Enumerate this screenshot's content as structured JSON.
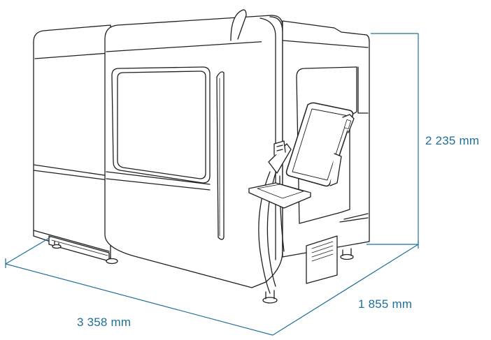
{
  "dimensions": {
    "height": "2 235 mm",
    "width": "3 358 mm",
    "depth": "1 855 mm"
  },
  "colors": {
    "dimension_line": "#1e6f9a",
    "machine_outline": "#1f1f1f",
    "background": "#ffffff"
  }
}
